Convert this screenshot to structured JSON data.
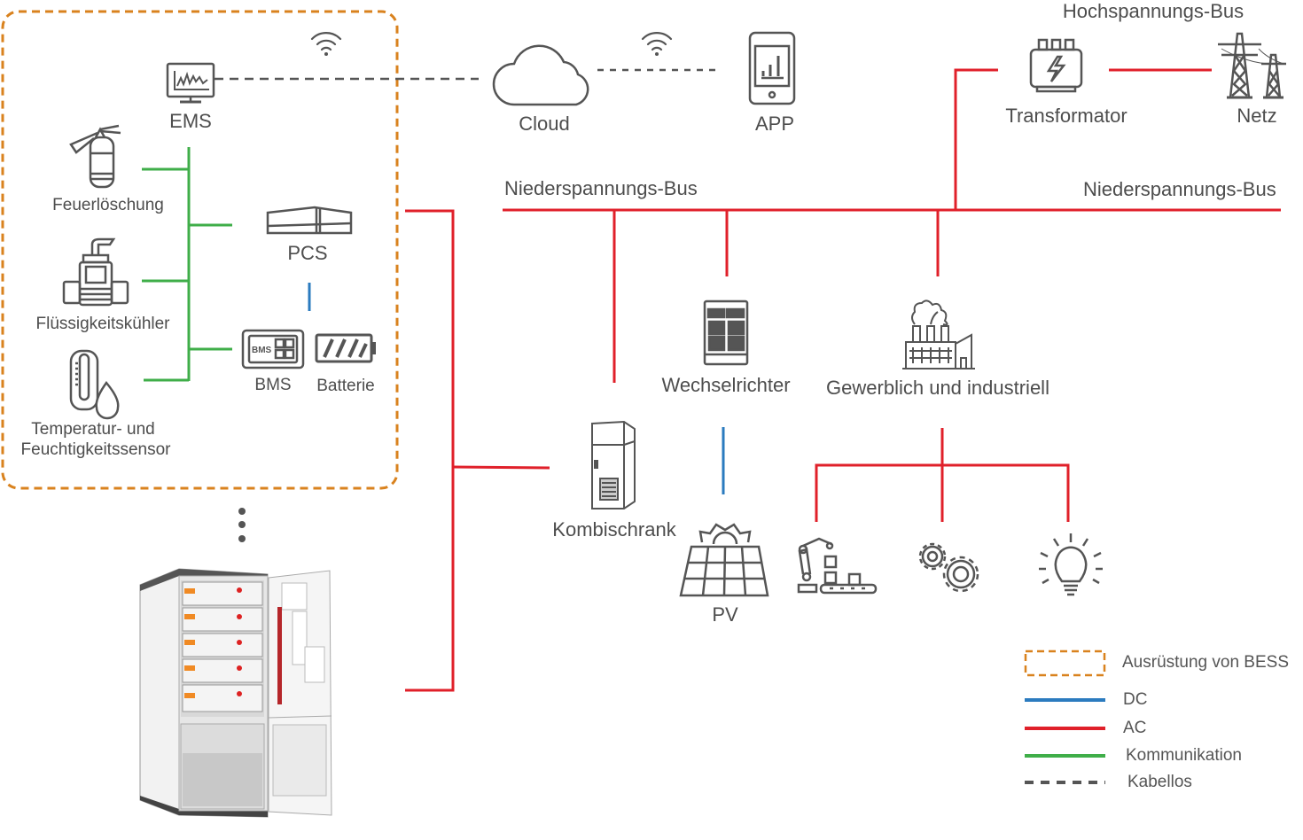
{
  "colors": {
    "ac": "#e0202a",
    "dc": "#2b7bbf",
    "communication": "#3fae49",
    "wireless": "#555555",
    "bess_border": "#d9821e",
    "icon": "#555555"
  },
  "bess_group": {
    "ems": "EMS",
    "fire": "Feuerlöschung",
    "pcs": "PCS",
    "chiller": "Flüssigkeitskühler",
    "bms": "BMS",
    "battery": "Batterie",
    "sensor_line1": "Temperatur- und",
    "sensor_line2": "Feuchtigkeitssensor"
  },
  "nodes": {
    "cloud": "Cloud",
    "app": "APP",
    "transformer": "Transformator",
    "grid": "Netz",
    "hv_bus": "Hochspannungs-Bus",
    "lv_bus_left": "Niederspannungs-Bus",
    "lv_bus_right": "Niederspannungs-Bus",
    "inverter": "Wechselrichter",
    "ci": "Gewerblich und industriell",
    "combiner": "Kombischrank",
    "pv": "PV"
  },
  "loads": [
    {
      "icon": "robot-arm-icon"
    },
    {
      "icon": "gears-icon"
    },
    {
      "icon": "light-bulb-icon"
    }
  ],
  "legend": [
    {
      "type": "dashed-box",
      "label": "Ausrüstung von BESS"
    },
    {
      "type": "dc",
      "label": "DC"
    },
    {
      "type": "ac",
      "label": "AC"
    },
    {
      "type": "communication",
      "label": "Kommunikation"
    },
    {
      "type": "wireless",
      "label": "Kabellos"
    }
  ]
}
